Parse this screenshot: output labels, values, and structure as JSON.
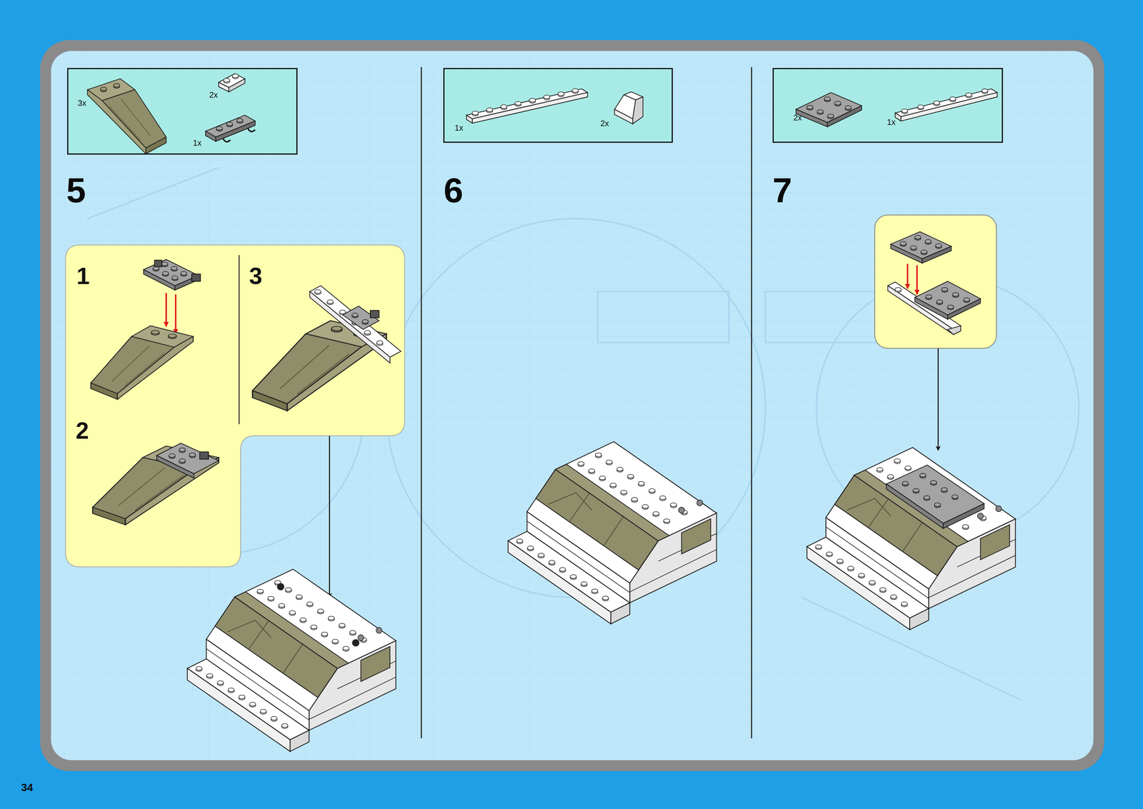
{
  "diagram": {
    "nodes": [
      {
        "text": [
          "3x",
          "2x",
          "1x"
        ]
      },
      {
        "text": [
          "1",
          "3",
          "2"
        ]
      },
      {
        "text": [
          "1x",
          "2x"
        ]
      },
      {
        "text": [
          "2x",
          "1x"
        ]
      }
    ],
    "labels": [
      "5",
      "6",
      "7",
      "34"
    ]
  }
}
